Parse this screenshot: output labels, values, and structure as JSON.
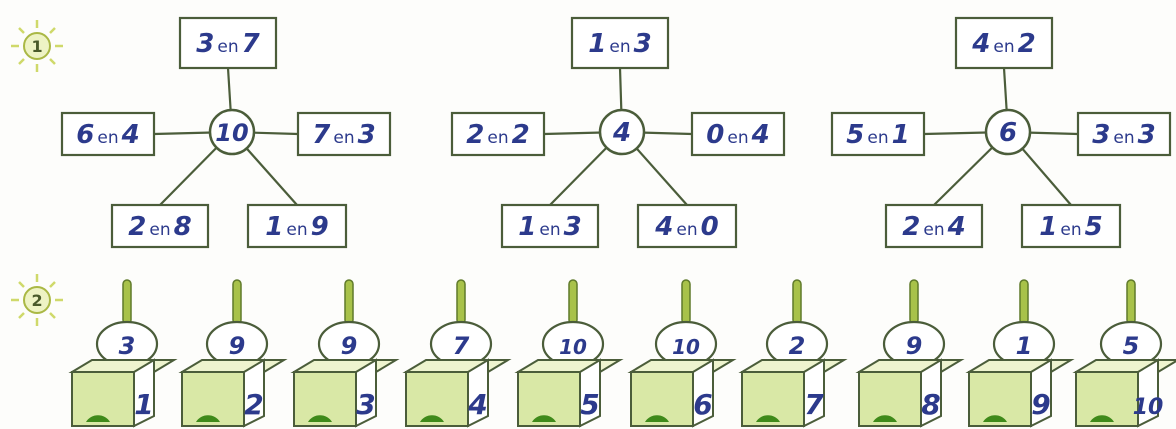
{
  "section_1": {
    "number": "1",
    "diagrams": [
      {
        "center": "10",
        "parts": [
          {
            "a": "3",
            "word": "en",
            "b": "7"
          },
          {
            "a": "6",
            "word": "en",
            "b": "4"
          },
          {
            "a": "7",
            "word": "en",
            "b": "3"
          },
          {
            "a": "2",
            "word": "en",
            "b": "8"
          },
          {
            "a": "1",
            "word": "en",
            "b": "9"
          }
        ]
      },
      {
        "center": "4",
        "parts": [
          {
            "a": "1",
            "word": "en",
            "b": "3"
          },
          {
            "a": "2",
            "word": "en",
            "b": "2"
          },
          {
            "a": "0",
            "word": "en",
            "b": "4"
          },
          {
            "a": "1",
            "word": "en",
            "b": "3"
          },
          {
            "a": "4",
            "word": "en",
            "b": "0"
          }
        ]
      },
      {
        "center": "6",
        "parts": [
          {
            "a": "4",
            "word": "en",
            "b": "2"
          },
          {
            "a": "5",
            "word": "en",
            "b": "1"
          },
          {
            "a": "3",
            "word": "en",
            "b": "3"
          },
          {
            "a": "2",
            "word": "en",
            "b": "4"
          },
          {
            "a": "1",
            "word": "en",
            "b": "5"
          }
        ]
      }
    ]
  },
  "section_2": {
    "number": "2",
    "items": [
      {
        "index": "1",
        "answer": "3"
      },
      {
        "index": "2",
        "answer": "9"
      },
      {
        "index": "3",
        "answer": "9"
      },
      {
        "index": "4",
        "answer": "7"
      },
      {
        "index": "5",
        "answer": "10"
      },
      {
        "index": "6",
        "answer": "10"
      },
      {
        "index": "7",
        "answer": "2"
      },
      {
        "index": "8",
        "answer": "9"
      },
      {
        "index": "9",
        "answer": "1"
      },
      {
        "index": "10",
        "answer": "5"
      }
    ]
  },
  "colors": {
    "ink": "#2c3a8c",
    "line": "#4b5d3a",
    "green_dark": "#3f8a1a",
    "green_light": "#d9e8a6",
    "sun": "#cfd96a"
  }
}
